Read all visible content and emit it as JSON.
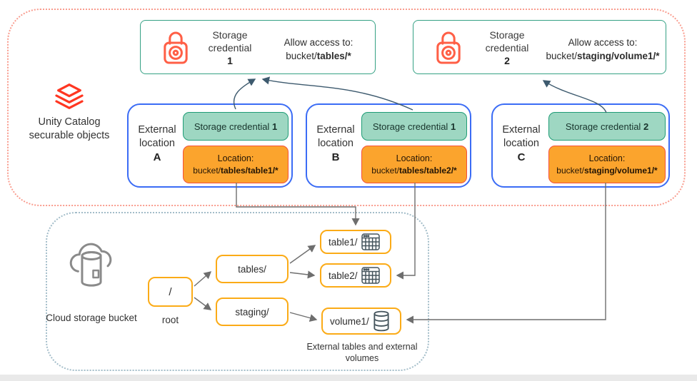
{
  "unity_catalog": {
    "label": "Unity Catalog securable objects"
  },
  "credentials": [
    {
      "title": "Storage credential",
      "number": "1",
      "allow_label": "Allow access to:",
      "path_prefix": "bucket/",
      "path_bold": "tables/*"
    },
    {
      "title": "Storage credential",
      "number": "2",
      "allow_label": "Allow access to:",
      "path_prefix": "bucket/",
      "path_bold": "staging/volume1/*"
    }
  ],
  "locations": [
    {
      "label": "External location",
      "letter": "A",
      "credential_label": "Storage credential",
      "credential_number": "1",
      "location_label": "Location:",
      "path_prefix": "bucket/",
      "path_bold": "tables/table1/*"
    },
    {
      "label": "External location",
      "letter": "B",
      "credential_label": "Storage credential",
      "credential_number": "1",
      "location_label": "Location:",
      "path_prefix": "bucket/",
      "path_bold": "tables/table2/*"
    },
    {
      "label": "External location",
      "letter": "C",
      "credential_label": "Storage credential",
      "credential_number": "2",
      "location_label": "Location:",
      "path_prefix": "bucket/",
      "path_bold": "staging/volume1/*"
    }
  ],
  "bucket": {
    "label": "Cloud storage bucket",
    "root_box": "/",
    "root_caption": "root",
    "folders": [
      {
        "label": "tables/"
      },
      {
        "label": "staging/"
      }
    ],
    "objects": [
      {
        "label": "table1/",
        "icon": "table-icon"
      },
      {
        "label": "table2/",
        "icon": "table-icon"
      },
      {
        "label": "volume1/",
        "icon": "volume-icon"
      }
    ],
    "caption": "External tables and external volumes"
  },
  "icons": {
    "lock": "lock-icon",
    "databricks": "databricks-logo-icon",
    "cloud_db": "cloud-storage-icon",
    "table": "table-grid-icon",
    "volume": "volume-cylinder-icon"
  },
  "colors": {
    "credential_border": "#35a184",
    "credential_pill_fill": "#9ed7c2",
    "credential_pill_border": "#1f9c76",
    "location_border": "#3b6cf5",
    "location_pill_fill": "#fba42d",
    "location_pill_border": "#f4503a",
    "bucket_node_border": "#fbab17",
    "uc_region_border": "#f99c8e",
    "bucket_region_border": "#a3bdc9",
    "lock_red": "#ff5f46",
    "logo_red": "#ff3621",
    "arrow_slate": "#3d5a6e",
    "arrow_gray": "#6e6e6e"
  }
}
